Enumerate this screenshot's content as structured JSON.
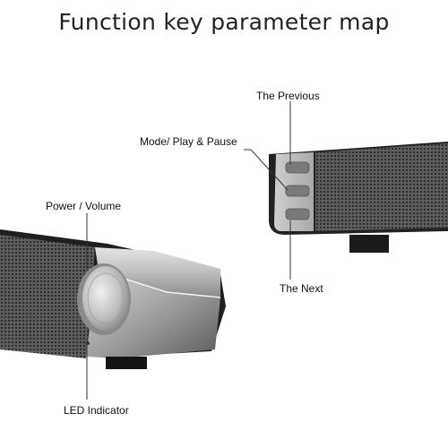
{
  "title": "Function key parameter map",
  "labels": {
    "previous": "The Previous",
    "mode_play_pause": "Mode/ Play & Pause",
    "power_volume": "Power / Volume",
    "next": "The Next",
    "led_indicator": "LED Indicator"
  },
  "colors": {
    "speaker_body": "#2b2b2b",
    "grille": "#6f6f6f",
    "silver_cap": "#c8c8c8",
    "leader_line": "#333333"
  }
}
